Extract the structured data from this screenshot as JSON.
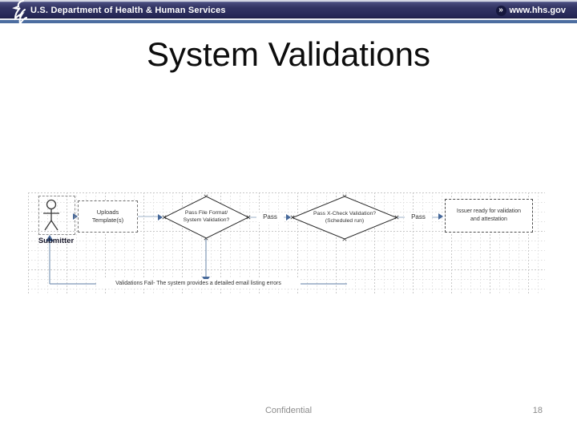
{
  "header": {
    "department": "U.S. Department of Health & Human Services",
    "website": "www.hhs.gov",
    "chevrons": "»"
  },
  "slide": {
    "title": "System Validations",
    "footer_text": "Confidential",
    "page_number": "18"
  },
  "diagram": {
    "actor_label": "Submitter",
    "uploads_box": {
      "line1": "Uploads",
      "line2": "Template(s)"
    },
    "decision1": {
      "line1": "Pass File Format/",
      "line2": "System Validation?"
    },
    "decision2": {
      "line1": "Pass X-Check Validation?",
      "line2": "(Scheduled run)"
    },
    "issuer_box": {
      "line1": "Issuer ready for validation",
      "line2": "and attestation"
    },
    "pass_label_1": "Pass",
    "pass_label_2": "Pass",
    "fail_label": "Validations Fail- The system provides a detailed email listing errors"
  },
  "colors": {
    "header_bar": "#2e3060",
    "header_stripe": "#4c6da0",
    "connector": "#7f98b6",
    "arrowhead": "#47699a",
    "grid_line": "#dedede",
    "shape_stroke": "#2b2b2b"
  }
}
